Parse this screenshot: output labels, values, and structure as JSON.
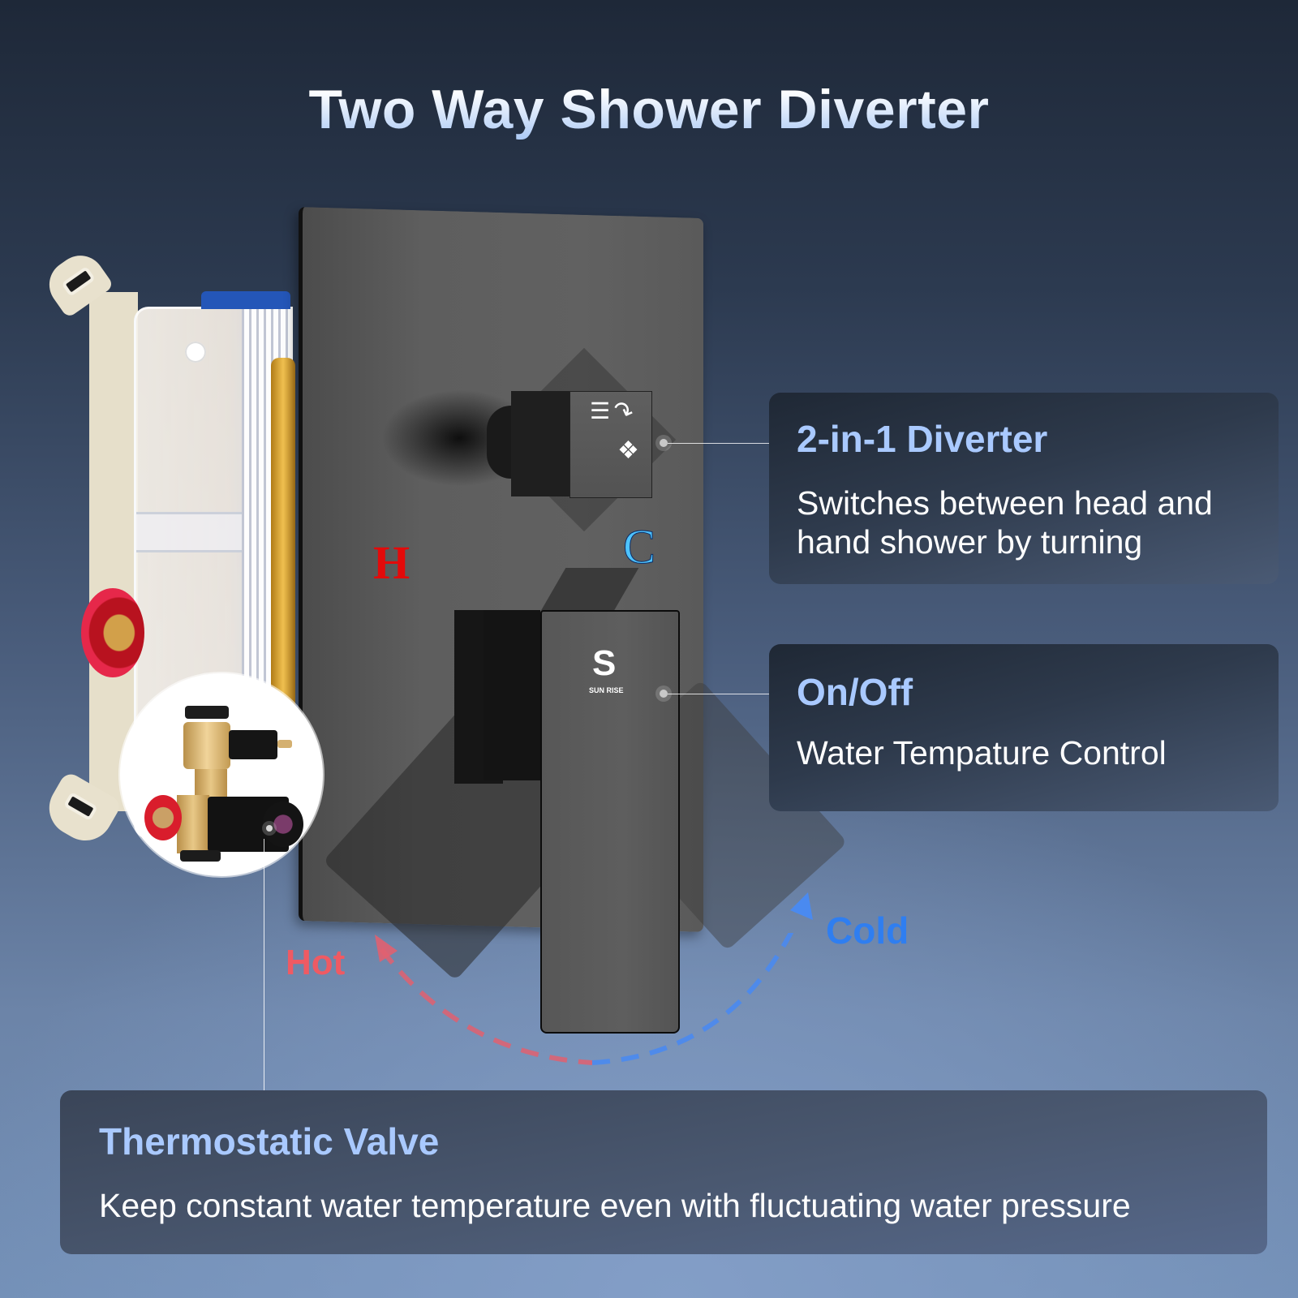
{
  "title": "Two Way Shower Diverter",
  "product": {
    "hot_mark": "H",
    "cold_mark": "C",
    "brand_logo_letter": "S",
    "brand_logo_text": "SUN RISE",
    "diverter_icons": [
      "shower-head-icon",
      "swap-arrow-icon",
      "hand-shower-icon"
    ]
  },
  "callouts": {
    "diverter": {
      "heading": "2-in-1 Diverter",
      "body": "Switches between head and hand shower by turning"
    },
    "onoff": {
      "heading": "On/Off",
      "body": "Water Tempature Control"
    },
    "thermostatic": {
      "heading": "Thermostatic Valve",
      "body": "Keep constant water temperature even with fluctuating water pressure"
    }
  },
  "rotation": {
    "hot_label": "Hot",
    "cold_label": "Cold",
    "hot_color": "#ef5a63",
    "cold_color": "#2f7ef0"
  },
  "colors": {
    "heading_accent": "#a9c9ff",
    "hot_mark": "#e30a0a",
    "cold_mark": "#4ec3ff"
  }
}
